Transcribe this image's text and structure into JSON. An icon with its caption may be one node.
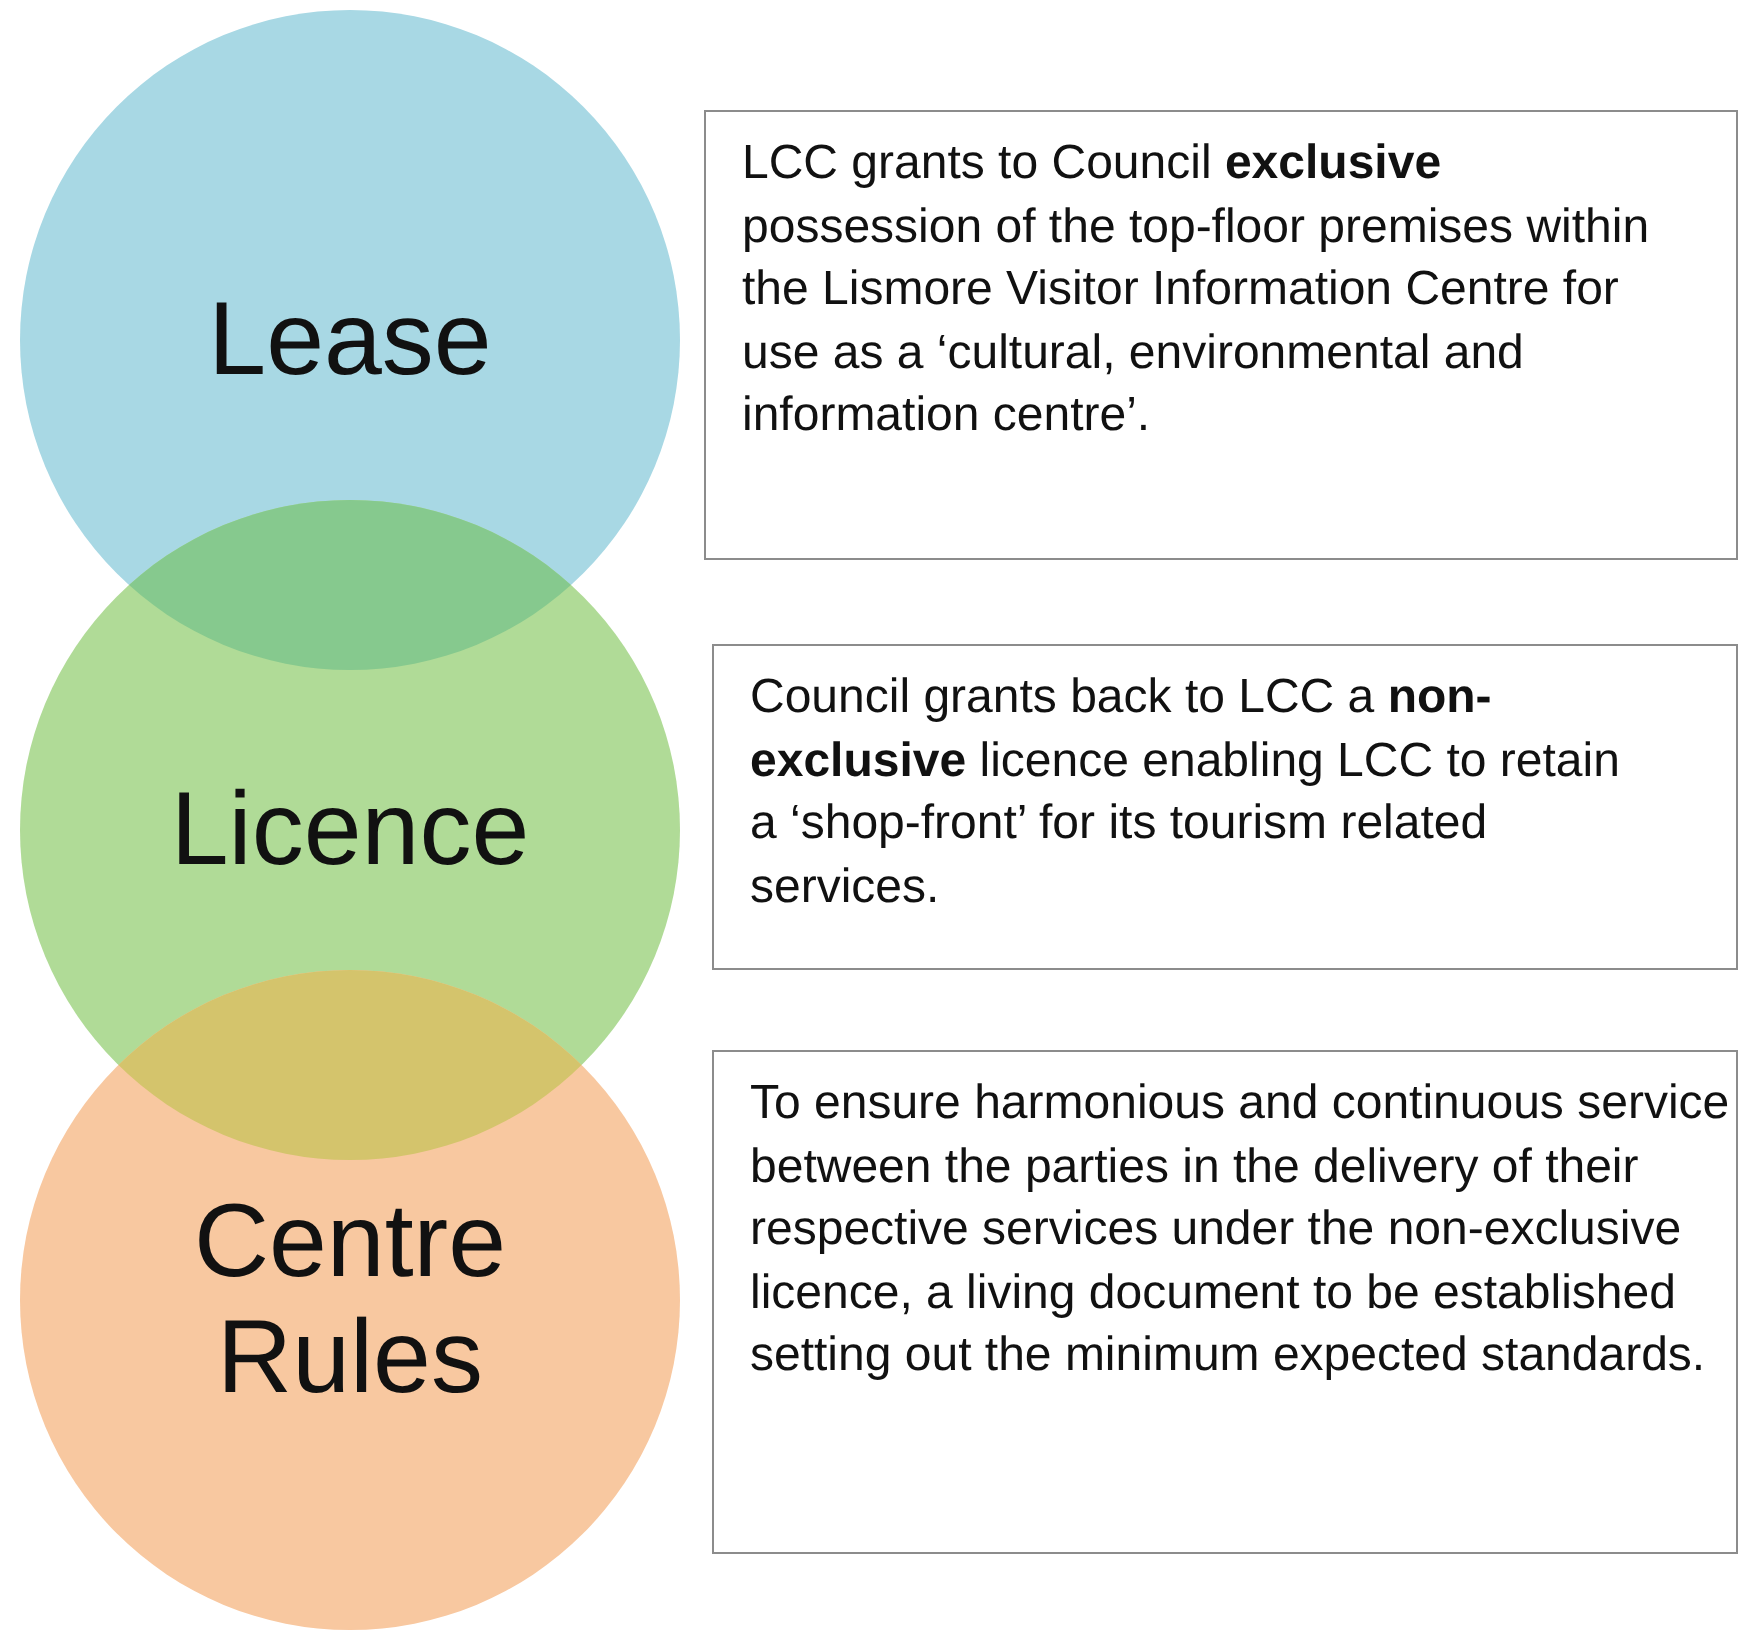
{
  "diagram": {
    "nodes": [
      {
        "text": [
          "Lease"
        ]
      },
      {
        "text": [
          "Licence"
        ]
      },
      {
        "text": [
          "Centre Rules"
        ]
      },
      {
        "text": [
          "LCC grants to Council **exclusive** possession of the top-floor premises within the Lismore Visitor Information Centre for use as a ‘cultural, environmental and information centre’."
        ]
      },
      {
        "text": [
          "Council grants back to LCC a **non-exclusive** licence enabling LCC to retain a ‘shop-front’ for its tourism related services."
        ]
      },
      {
        "text": [
          "To ensure harmonious and continuous service between the parties in the delivery of their respective services under the non-exclusive licence, a living document to be established setting out the minimum expected standards."
        ]
      }
    ],
    "edges": []
  }
}
